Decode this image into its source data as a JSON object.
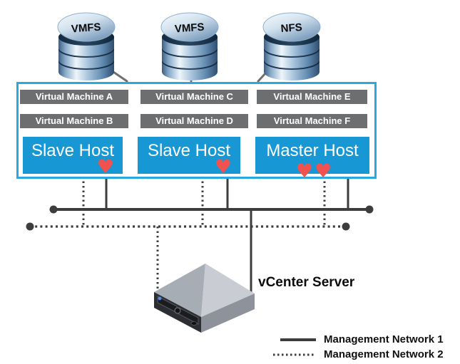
{
  "datastores": [
    {
      "label": "VMFS"
    },
    {
      "label": "VMFS"
    },
    {
      "label": "NFS"
    }
  ],
  "cluster": {
    "vms": {
      "a": "Virtual Machine A",
      "b": "Virtual Machine B",
      "c": "Virtual Machine C",
      "d": "Virtual Machine D",
      "e": "Virtual Machine E",
      "f": "Virtual Machine F"
    },
    "hosts": [
      {
        "label": "Slave Host",
        "hearts": 1
      },
      {
        "label": "Slave Host",
        "hearts": 1
      },
      {
        "label": "Master Host",
        "hearts": 2
      }
    ]
  },
  "vcenter": {
    "label": "vCenter Server"
  },
  "legend": {
    "items": [
      {
        "line_style": "solid",
        "label": "Management Network 1"
      },
      {
        "line_style": "dotted",
        "label": "Management Network 2"
      }
    ]
  },
  "icons": {
    "heart": "♥"
  },
  "colors": {
    "host_blue": "#1797d4",
    "cluster_border_blue": "#2aa9e0",
    "vm_label_gray": "#6d6e70",
    "heart_red": "#f2524f",
    "network_line_dark": "#3d3d3d",
    "connector_gray": "#707070"
  }
}
